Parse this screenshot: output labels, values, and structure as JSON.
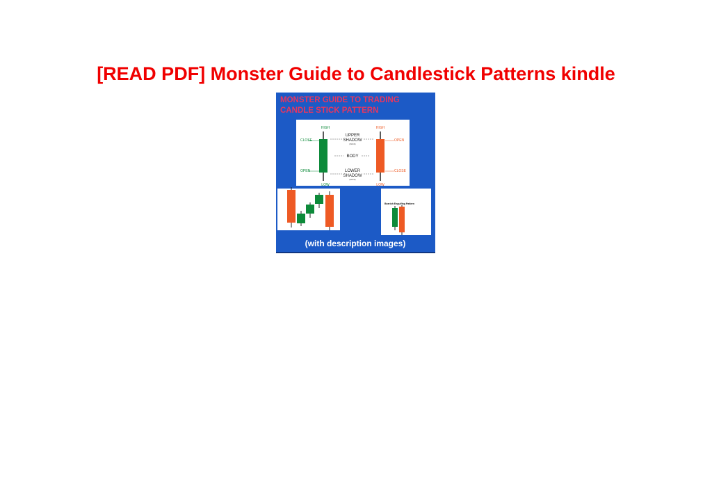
{
  "document": {
    "title": "[READ PDF] Monster Guide to Candlestick Patterns kindle"
  },
  "cover": {
    "heading_line1": "MONSTER GUIDE TO TRADING",
    "heading_line2": "CANDLE STICK PATTERN",
    "caption": "(with description images)",
    "background_color": "#1c5ac6",
    "heading_color": "#e8365f",
    "bullish_color": "#0d8a3a",
    "bearish_color": "#ee5a24",
    "anatomy": {
      "high_left": "HIGH",
      "high_right": "HIGH",
      "close_left": "CLOSE",
      "open_right": "OPEN",
      "upper_shadow_line1": "UPPER",
      "upper_shadow_line2": "SHADOW",
      "upper_shadow_sub": "(WICK)",
      "body": "BODY",
      "lower_shadow_line1": "LOWER",
      "lower_shadow_line2": "SHADOW",
      "lower_shadow_sub": "(WICK)",
      "open_left": "OPEN",
      "close_right": "CLOSE",
      "low_left": "LOW",
      "low_right": "LOW"
    },
    "engulfing_label": "Bearish Engulfing Pattern"
  }
}
